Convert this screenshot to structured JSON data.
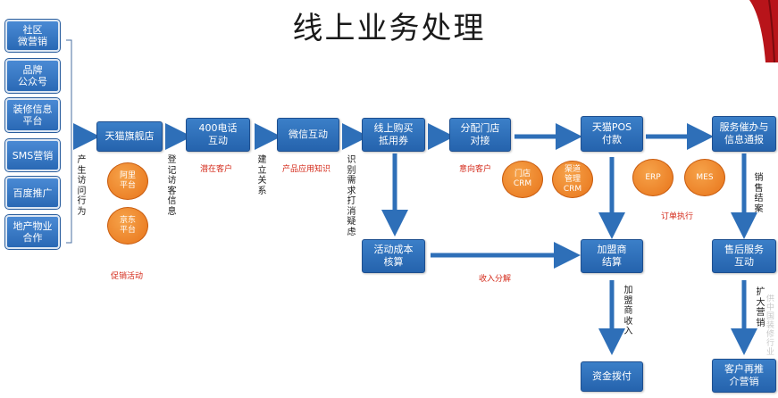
{
  "title": "线上业务处理",
  "left_channels": [
    "社区\n微营销",
    "品牌\n公众号",
    "装修信息\n平台",
    "SMS营销",
    "百度推广",
    "地产物业\n合作"
  ],
  "flow_boxes": {
    "tmall_store": "天猫旗舰店",
    "phone_400": "400电话\n互动",
    "wechat": "微信互动",
    "coupon": "线上购买\n抵用券",
    "assign_store": "分配门店\n对接",
    "tmall_pos": "天猫POS\n付款",
    "service_notify": "服务催办与\n信息通报",
    "activity_cost": "活动成本\n核算",
    "franchise_settle": "加盟商\n结算",
    "after_sales": "售后服务\n互动",
    "fund_transfer": "资金拨付",
    "referral": "客户再推\n介营销"
  },
  "circles": {
    "alibaba": "阿里\n平台",
    "jd": "京东\n平台",
    "store_crm": "门店\nCRM",
    "channel_crm": "渠道\n管理\nCRM",
    "erp": "ERP",
    "mes": "MES"
  },
  "red_labels": {
    "promotion": "促销活动",
    "potential": "潜在客户",
    "product_knowledge": "产品应用知识",
    "intent": "意向客户",
    "order_exec": "订单执行",
    "revenue_split": "收入分解"
  },
  "vertical_labels": {
    "generate_visit": "产生访问行为",
    "register_visitor": "登记访客信息",
    "build_relation": "建立关系",
    "identify_needs": "识别需求打消疑虑",
    "sales_close": "销售结案",
    "franchise_income": "加盟商收入",
    "expand_marketing": "扩大营销"
  },
  "watermark": "供中国装修行业",
  "colors": {
    "box_blue": "#2a69b5",
    "arrow_blue": "#2e6fb8",
    "circle_orange": "#ee8020",
    "label_red": "#d42a1a"
  }
}
